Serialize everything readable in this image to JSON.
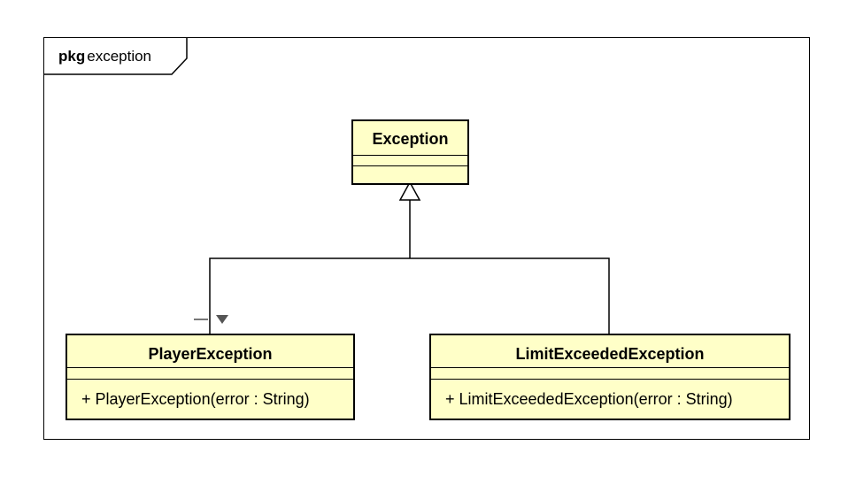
{
  "package": {
    "keyword": "pkg",
    "name": "exception"
  },
  "classes": {
    "exception": {
      "name": "Exception"
    },
    "player": {
      "name": "PlayerException",
      "operation": "+ PlayerException(error : String)"
    },
    "limit": {
      "name": "LimitExceededException",
      "operation": "+ LimitExceededException(error : String)"
    }
  },
  "colors": {
    "class_fill": "#ffffc8",
    "stroke": "#000000",
    "marker_orange": "#f5b417",
    "marker_green": "#1a9c5c",
    "marker_gray": "#666666"
  },
  "relations": [
    {
      "type": "generalization",
      "from": "PlayerException",
      "to": "Exception"
    },
    {
      "type": "generalization",
      "from": "LimitExceededException",
      "to": "Exception"
    }
  ]
}
